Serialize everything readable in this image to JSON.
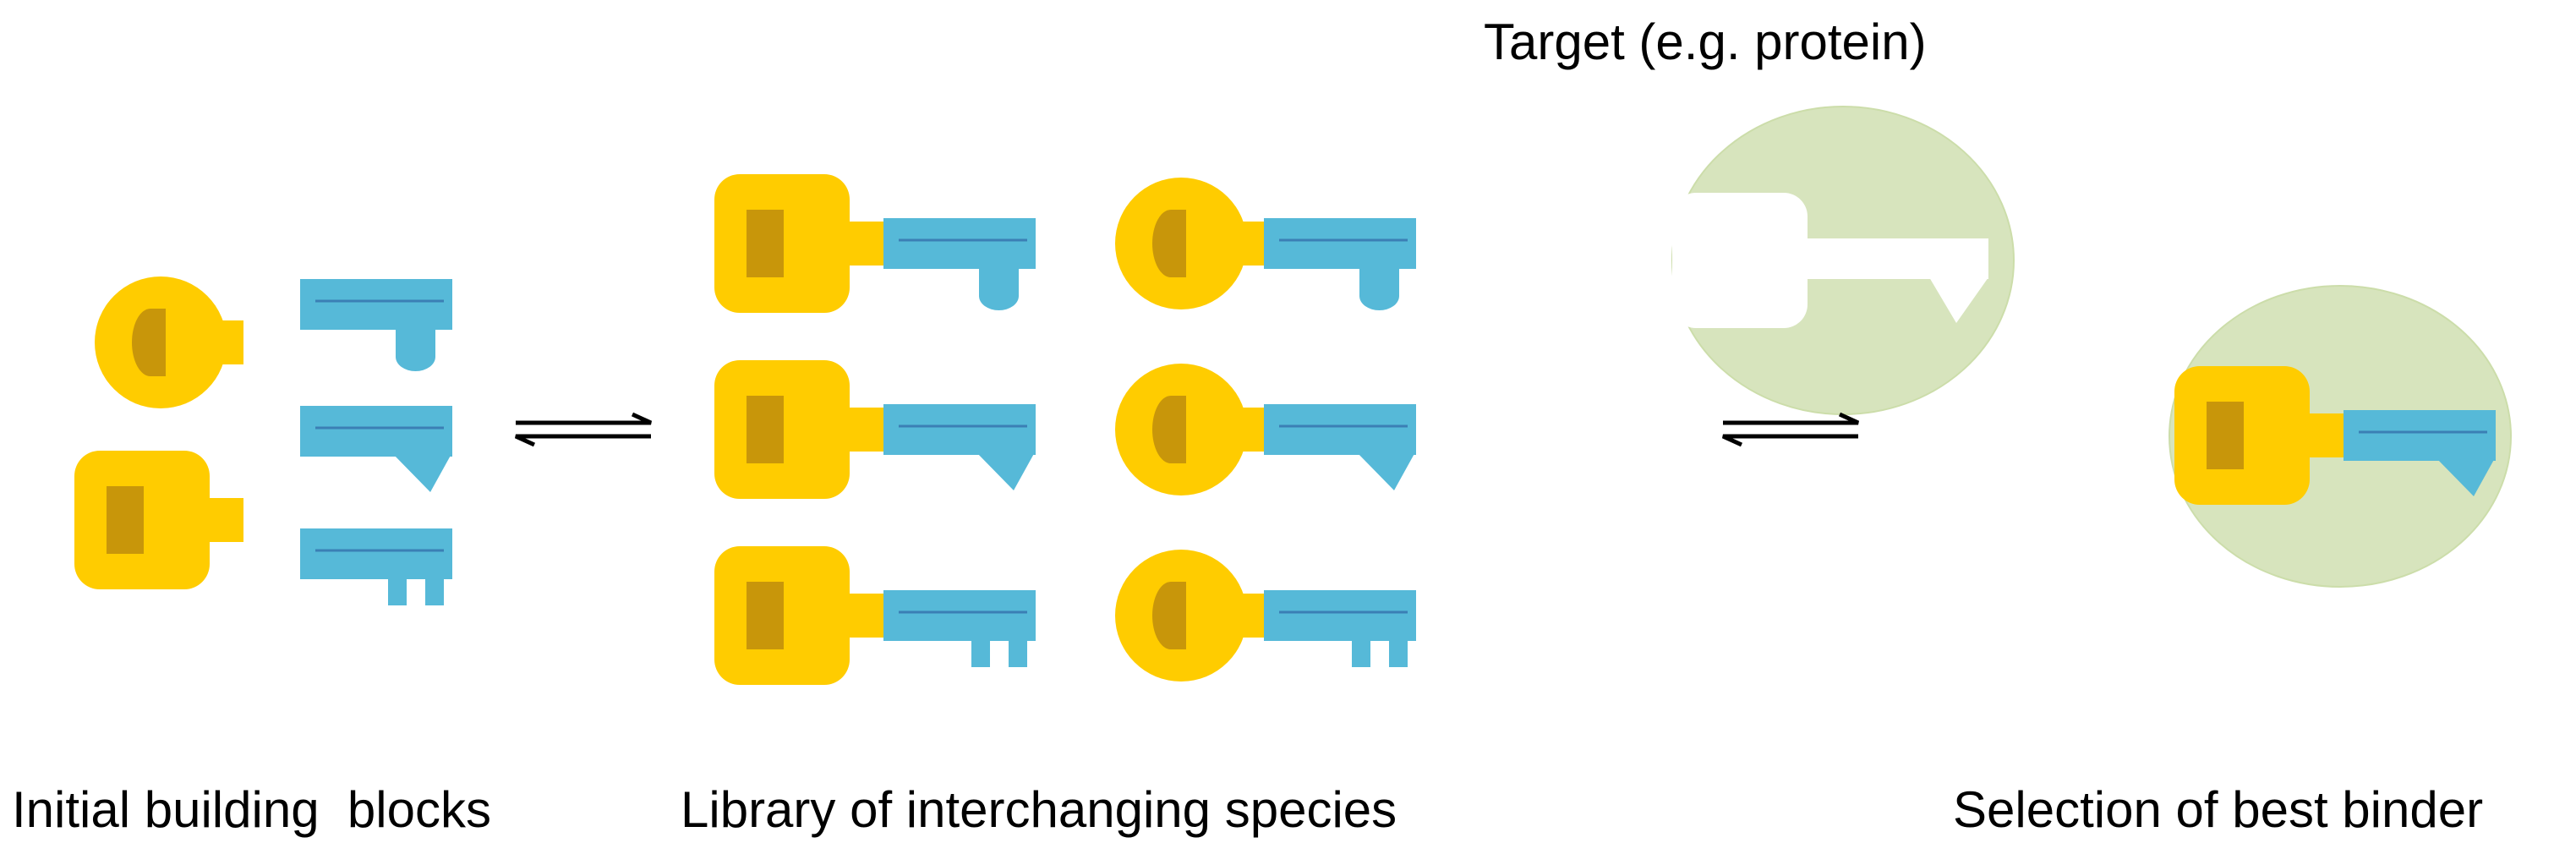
{
  "labels": {
    "target": "Target (e.g. protein)",
    "building_blocks": "Initial building  blocks",
    "library": "Library of interchanging species",
    "selection": "Selection of best binder"
  },
  "colors": {
    "head_yellow": "#FFCC00",
    "head_slot": "#C8960A",
    "shaft_blue": "#56B9D8",
    "shaft_line": "#3B7FB5",
    "target_fill": "#D7E4BD",
    "background": "#FFFFFF",
    "arrow": "#000000"
  },
  "legend_shapes": {
    "head_types": [
      "round-head",
      "square-head"
    ],
    "bit_types": [
      "drop-bit",
      "triangle-bit",
      "double-tooth-bit"
    ]
  }
}
